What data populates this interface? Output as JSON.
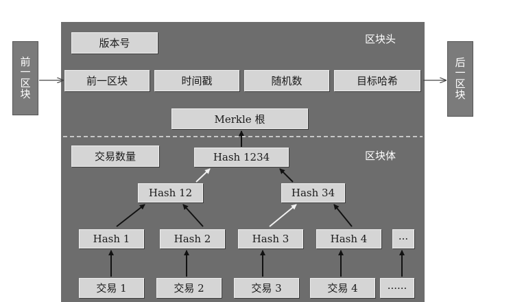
{
  "prev_block": [
    "前",
    "一",
    "区",
    "块"
  ],
  "next_block": [
    "后",
    "一",
    "区",
    "块"
  ],
  "header": {
    "title": "区块头",
    "version": "版本号",
    "fields": [
      "前一区块",
      "时间戳",
      "随机数",
      "目标哈希"
    ],
    "merkle_root": "Merkle 根"
  },
  "body": {
    "title": "区块体",
    "tx_count": "交易数量",
    "hash_1234": "Hash 1234",
    "hash_12": "Hash 12",
    "hash_34": "Hash 34",
    "hashes": [
      "Hash 1",
      "Hash 2",
      "Hash 3",
      "Hash 4",
      "···"
    ],
    "transactions": [
      "交易 1",
      "交易 2",
      "交易 3",
      "交易 4",
      "······"
    ]
  }
}
